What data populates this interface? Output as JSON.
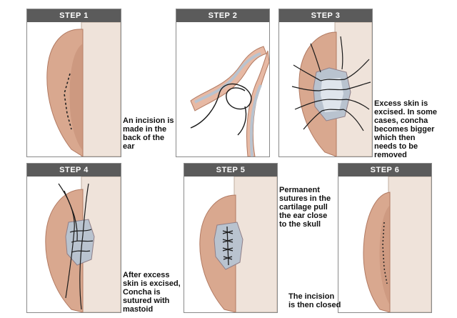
{
  "steps": [
    {
      "label": "STEP 1",
      "caption": [
        "An incision is",
        "made in the",
        "back of the",
        "ear"
      ]
    },
    {
      "label": "STEP 2",
      "caption": []
    },
    {
      "label": "STEP 3",
      "caption": [
        "Excess skin is",
        "excised. In some",
        "cases, concha",
        "becomes bigger",
        "which then",
        "needs to be",
        "removed"
      ]
    },
    {
      "label": "STEP 4",
      "caption": [
        "After excess",
        "skin is excised,",
        "Concha is",
        "sutured with",
        "mastoid"
      ]
    },
    {
      "label": "STEP 5",
      "caption": [
        "Permanent",
        "sutures in the",
        "cartilage pull",
        "the ear close",
        "to the skull"
      ]
    },
    {
      "label": "STEP 6",
      "caption": [
        "The incision",
        "is then closed"
      ]
    }
  ],
  "colors": {
    "header_bg": "#5b5b5b",
    "skin": "#d9a88f",
    "skin_shadow": "#c28a72",
    "skull": "#efe3da",
    "cartilage": "#b9c3cf",
    "suture": "#1a1a1a"
  }
}
